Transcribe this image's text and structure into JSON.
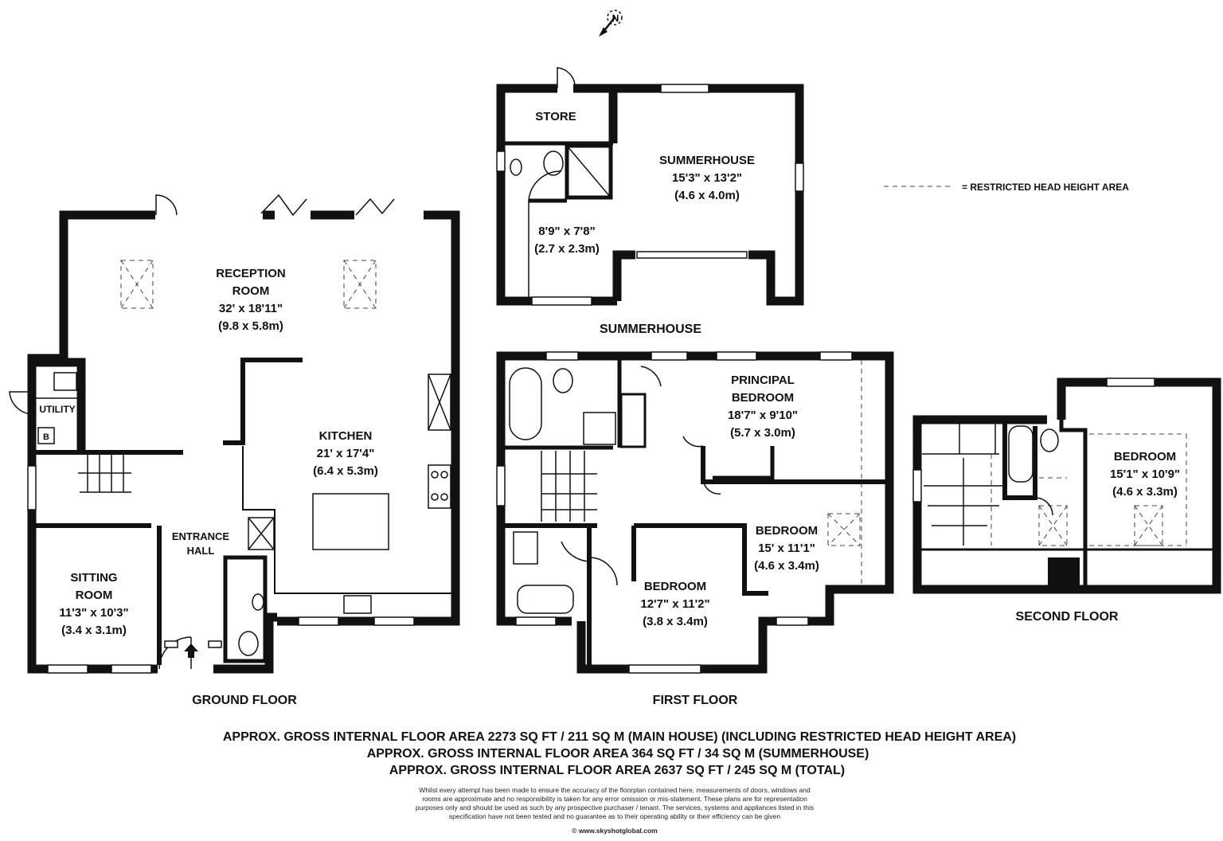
{
  "compass": {
    "label": "N"
  },
  "legend": {
    "text": "= RESTRICTED HEAD HEIGHT AREA"
  },
  "rooms": {
    "reception": [
      "RECEPTION",
      "ROOM",
      "32' x 18'11\"",
      "(9.8 x 5.8m)"
    ],
    "kitchen": [
      "KITCHEN",
      "21' x 17'4\"",
      "(6.4 x 5.3m)"
    ],
    "utility": "UTILITY",
    "boiler": "B",
    "entrance": [
      "ENTRANCE",
      "HALL"
    ],
    "sitting": [
      "SITTING",
      "ROOM",
      "11'3\" x 10'3\"",
      "(3.4 x 3.1m)"
    ],
    "store": "STORE",
    "summerhouse": [
      "SUMMERHOUSE",
      "15'3\" x 13'2\"",
      "(4.6 x 4.0m)"
    ],
    "summer_room": [
      "8'9\" x 7'8\"",
      "(2.7 x 2.3m)"
    ],
    "principal": [
      "PRINCIPAL",
      "BEDROOM",
      "18'7\" x 9'10\"",
      "(5.7 x 3.0m)"
    ],
    "bedroom2": [
      "BEDROOM",
      "15' x 11'1\"",
      "(4.6 x 3.4m)"
    ],
    "bedroom3": [
      "BEDROOM",
      "12'7\" x 11'2\"",
      "(3.8 x 3.4m)"
    ],
    "bedroom4": [
      "BEDROOM",
      "15'1\" x 10'9\"",
      "(4.6 x 3.3m)"
    ]
  },
  "floors": {
    "ground": "GROUND FLOOR",
    "first": "FIRST FLOOR",
    "second": "SECOND FLOOR",
    "summerhouse": "SUMMERHOUSE"
  },
  "areas": [
    "APPROX. GROSS INTERNAL FLOOR AREA 2273 SQ FT / 211 SQ M (MAIN HOUSE) (INCLUDING RESTRICTED HEAD HEIGHT AREA)",
    "APPROX. GROSS INTERNAL FLOOR AREA 364 SQ FT / 34 SQ M (SUMMERHOUSE)",
    "APPROX. GROSS INTERNAL FLOOR AREA 2637 SQ FT / 245 SQ M (TOTAL)"
  ],
  "disclaimer": [
    "Whilst every attempt has been made to ensure the accuracy of the floorplan contained here, measurements of doors, windows and",
    "rooms are approximate and no responsibility is taken for any error omission or mis-statement. These plans are for representation",
    "purposes only and should  be used as such by any prospective purchaser / tenant. The services, systems and appliances listed in this",
    "specification have not been tested and no guarantee as to their operating ability or their efficiency can be given"
  ],
  "website": "© www.skyshotglobal.com"
}
